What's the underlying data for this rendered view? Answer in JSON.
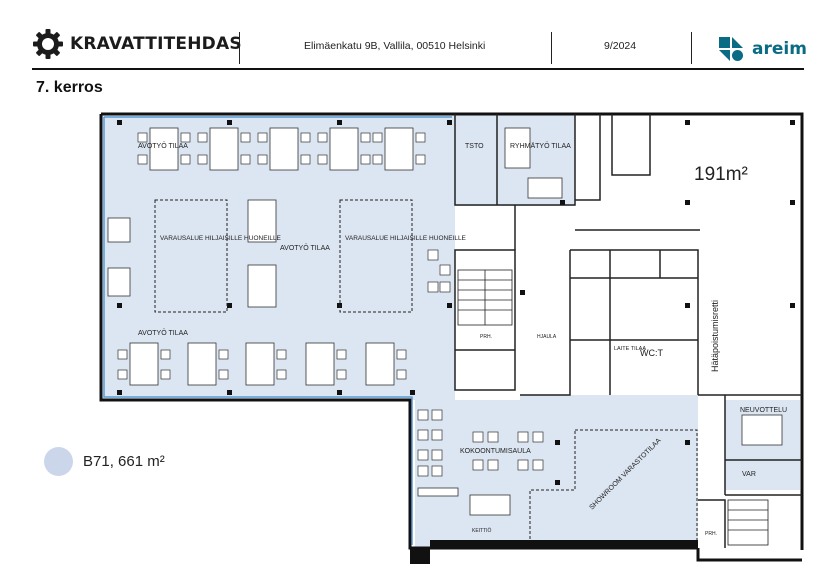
{
  "header": {
    "company": "KRAVATTITEHDAS",
    "address": "Elimäenkatu 9B, Vallila, 00510 Helsinki",
    "date": "9/2024",
    "brand": "areim",
    "brand_color": "#0a6b84"
  },
  "floor_title": "7. kerros",
  "legend": {
    "label": "B71, 661 m²",
    "color": "#cbd6ea"
  },
  "rooms": {
    "avotyo_tilaa": "AVOTYÖ TILAA",
    "tsto": "TSTO",
    "ryhmatyo": "RYHMÄTYÖ TILAA",
    "area_label": "191m²",
    "varausalue": "VARAUSALUE HILJAISILLE HUONEILLE",
    "prh": "PRH.",
    "hjaula": "HJAULA",
    "laite_tilaa": "LAITE TILAA",
    "wc": "WC:T",
    "hatapoistumisretti": "Hätäpoistumisretti",
    "neuvotteluhuone": "NEUVOTTELU",
    "var": "VAR",
    "kokoontumisaula": "KOKOONTUMISAULA",
    "showroom": "SHOWROOM VARASTOTILAA",
    "keittio": "KEITTIÖ"
  }
}
